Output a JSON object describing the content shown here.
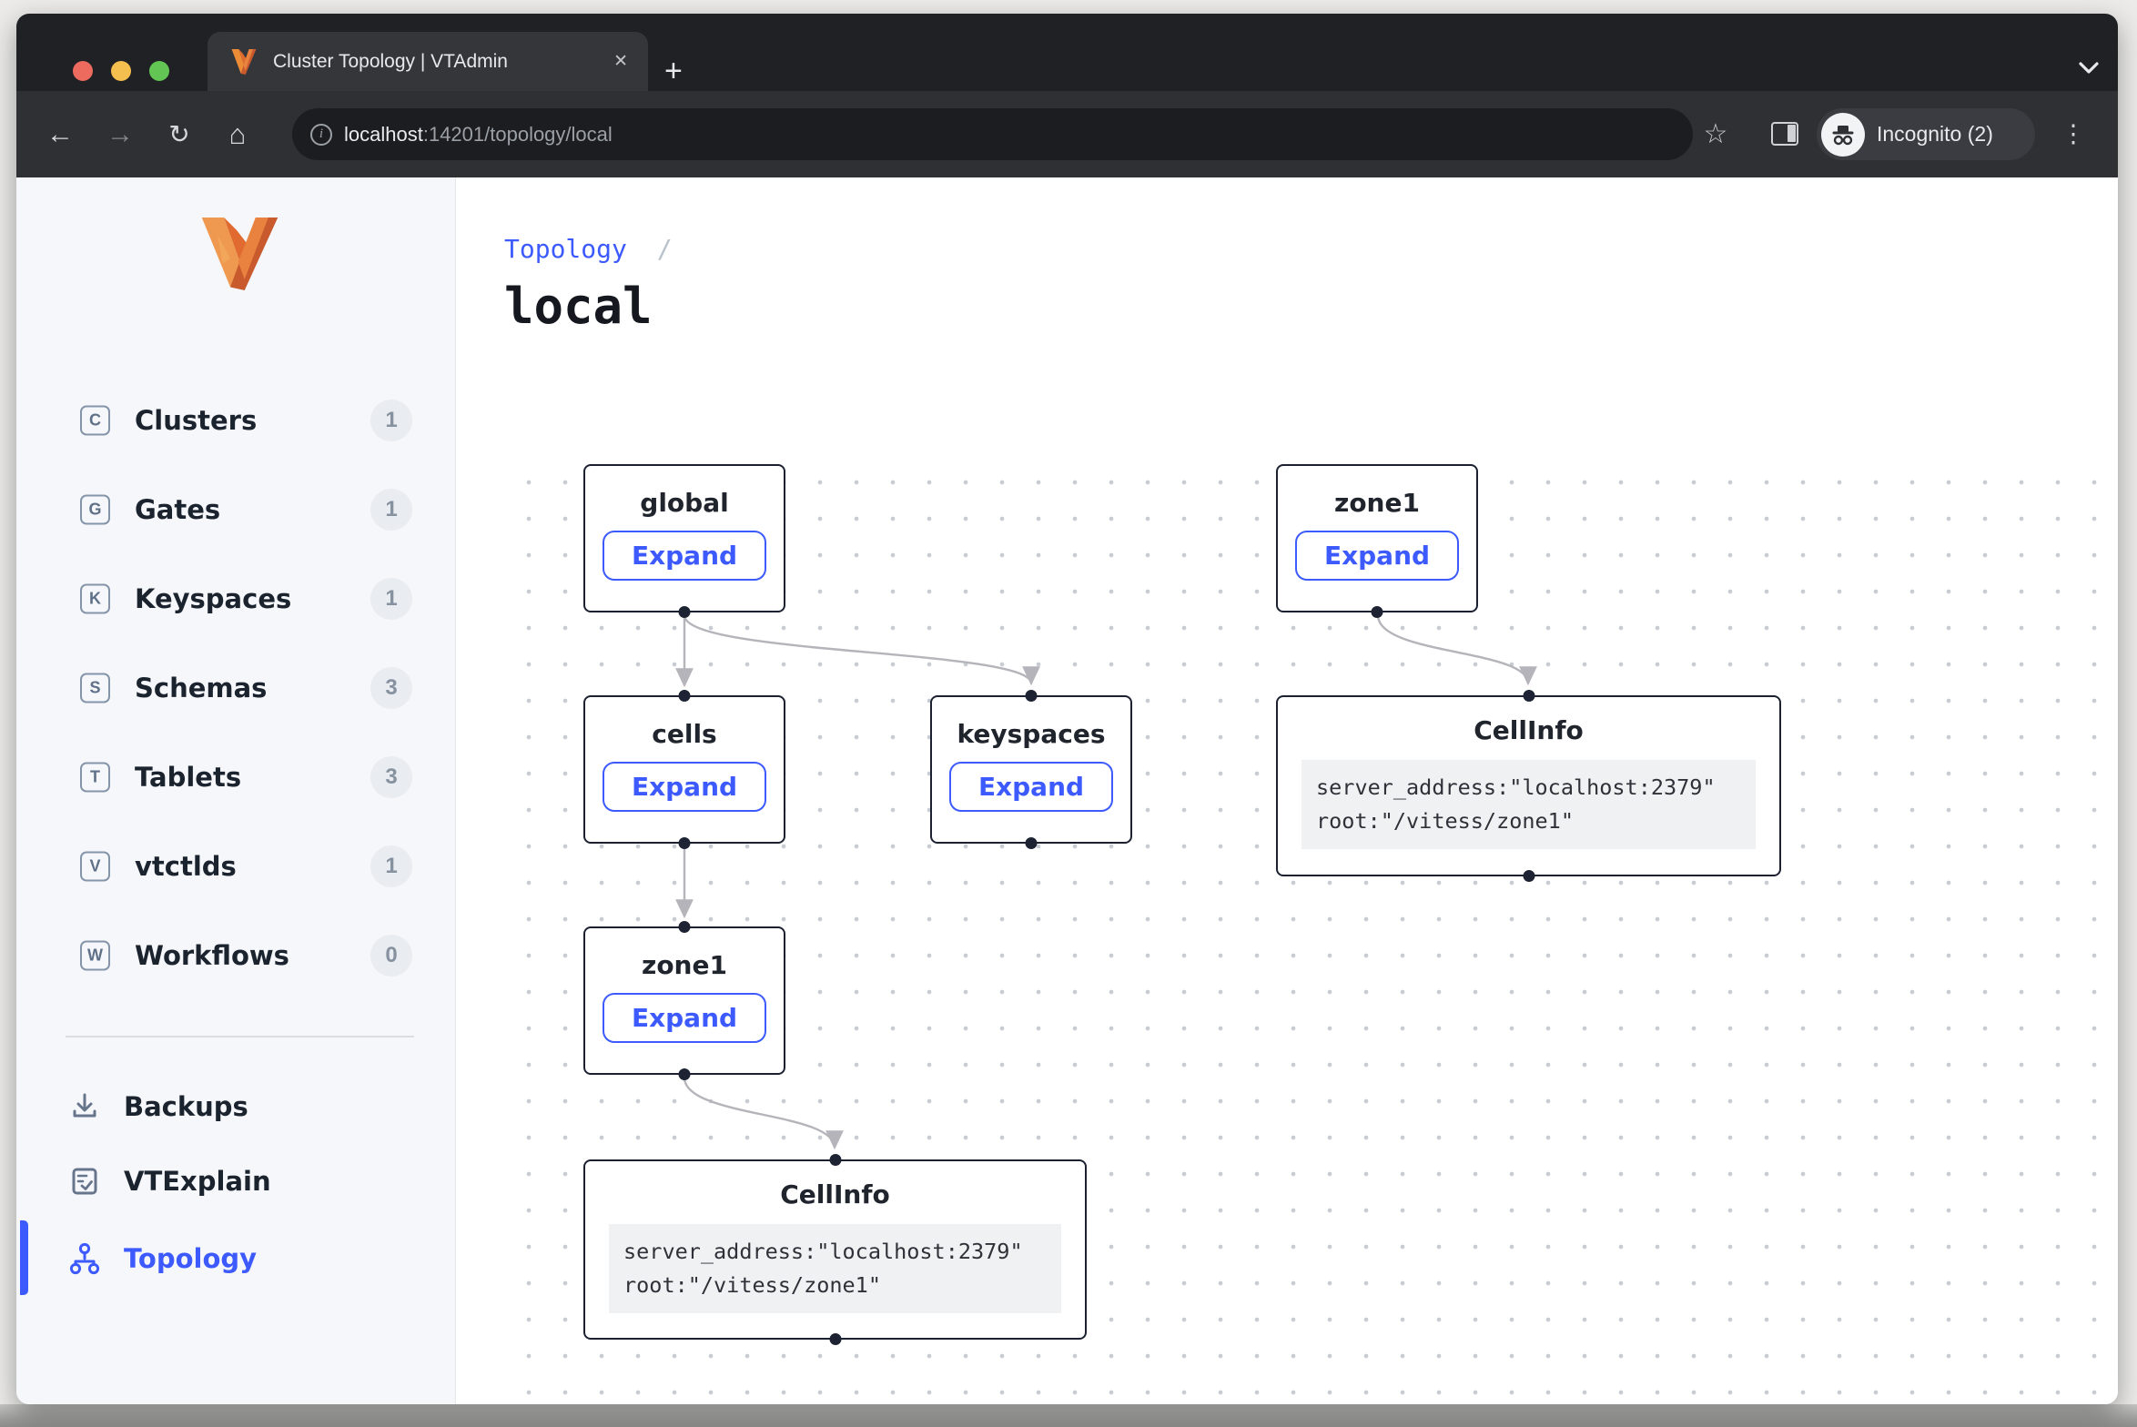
{
  "browser": {
    "tab_title": "Cluster Topology | VTAdmin",
    "close_glyph": "✕",
    "new_tab_glyph": "+",
    "back_glyph": "←",
    "forward_glyph": "→",
    "reload_glyph": "↻",
    "home_glyph": "⌂",
    "info_glyph": "i",
    "star_glyph": "☆",
    "menu_glyph": "⋮",
    "url_host": "localhost",
    "url_path": ":14201/topology/local",
    "incognito_label": "Incognito (2)"
  },
  "sidebar": {
    "nav": [
      {
        "label": "Clusters",
        "abbr": "C",
        "count": "1"
      },
      {
        "label": "Gates",
        "abbr": "G",
        "count": "1"
      },
      {
        "label": "Keyspaces",
        "abbr": "K",
        "count": "1"
      },
      {
        "label": "Schemas",
        "abbr": "S",
        "count": "3"
      },
      {
        "label": "Tablets",
        "abbr": "T",
        "count": "3"
      },
      {
        "label": "vtctlds",
        "abbr": "V",
        "count": "1"
      },
      {
        "label": "Workflows",
        "abbr": "W",
        "count": "0"
      }
    ],
    "tools": [
      {
        "label": "Backups"
      },
      {
        "label": "VTExplain"
      },
      {
        "label": "Topology",
        "active": true
      }
    ]
  },
  "main": {
    "breadcrumb": "Topology",
    "separator": "/",
    "title": "local"
  },
  "graph": {
    "nodes": {
      "global": {
        "label": "global",
        "action": "Expand"
      },
      "zone1_top": {
        "label": "zone1",
        "action": "Expand"
      },
      "cells": {
        "label": "cells",
        "action": "Expand"
      },
      "keyspaces": {
        "label": "keyspaces",
        "action": "Expand"
      },
      "zone1_lower": {
        "label": "zone1",
        "action": "Expand"
      },
      "cellinfo_right": {
        "label": "CellInfo",
        "code_line1": "server_address:\"localhost:2379\"",
        "code_line2": "root:\"/vitess/zone1\""
      },
      "cellinfo_bottom": {
        "label": "CellInfo",
        "code_line1": "server_address:\"localhost:2379\"",
        "code_line2": "root:\"/vitess/zone1\""
      }
    },
    "edges": [
      {
        "from": "global",
        "to": "cells"
      },
      {
        "from": "global",
        "to": "keyspaces"
      },
      {
        "from": "cells",
        "to": "zone1_lower"
      },
      {
        "from": "zone1_top",
        "to": "cellinfo_right"
      },
      {
        "from": "zone1_lower",
        "to": "cellinfo_bottom"
      }
    ]
  },
  "colors": {
    "accent": "#3d5afe",
    "node_border": "#1b2130",
    "edge": "#b4b4ba",
    "sidebar_bg": "#f6f7fa",
    "badge_bg": "#e9ecf0",
    "badge_text": "#8792a0"
  }
}
